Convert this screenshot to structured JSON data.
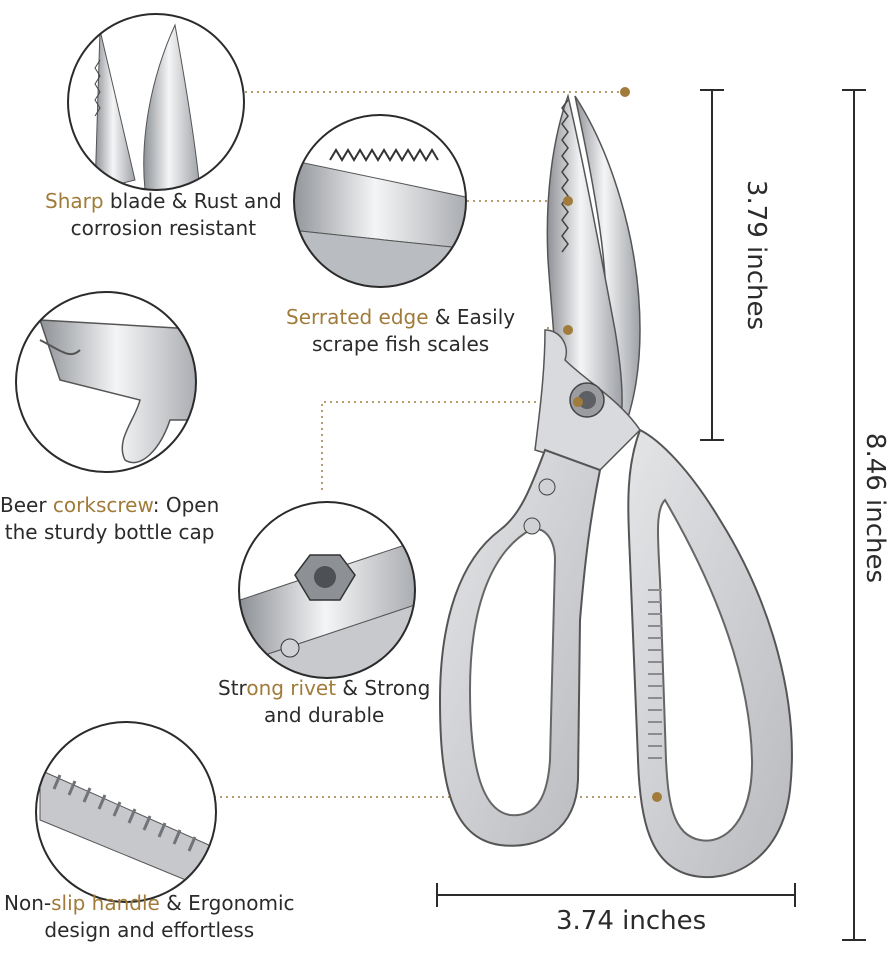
{
  "colors": {
    "accent": "#a07b3a",
    "outline": "#2b2b2b",
    "steel": "#c9cbcf"
  },
  "features": [
    {
      "highlight": "Sharp",
      "rest": " blade & Rust and",
      "line2": "corrosion resistant",
      "icon": "blade-tips-icon"
    },
    {
      "highlight": "Serrated edge",
      "rest": " & Easily",
      "line2": "scrape fish scales",
      "icon": "serrated-edge-icon"
    },
    {
      "prefix": "Beer ",
      "highlight": "corkscrew",
      "rest": ": Open",
      "line2": "the sturdy bottle cap",
      "icon": "bottle-opener-icon"
    },
    {
      "prefix": "Str",
      "highlight": "ong rivet",
      "rest": " & Strong",
      "line2": "and durable",
      "icon": "rivet-nut-icon"
    },
    {
      "prefix": "Non-",
      "highlight": "slip handle",
      "rest": " & Ergonomic",
      "line2": "design and effortless",
      "icon": "grip-handle-icon"
    }
  ],
  "dimensions": {
    "blade_length": "3.79 inches",
    "total_length": "8.46 inches",
    "width": "3.74 inches"
  }
}
